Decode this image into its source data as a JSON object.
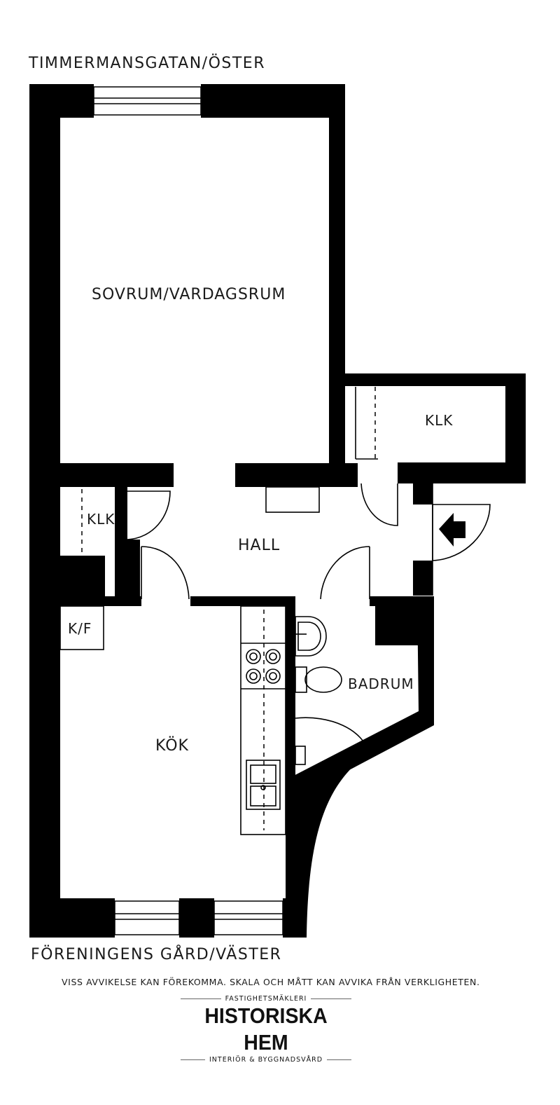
{
  "orientation": {
    "top": "TIMMERMANSGATAN/ÖSTER",
    "bottom": "FÖRENINGENS GÅRD/VÄSTER"
  },
  "rooms": {
    "main": "SOVRUM/VARDAGSRUM",
    "closet_right": "KLK",
    "closet_left": "KLK",
    "hall": "HALL",
    "fridge": "K/F",
    "kitchen": "KÖK",
    "bathroom": "BADRUM"
  },
  "disclaimer": "VISS AVVIKELSE KAN FÖREKOMMA. SKALA OCH MÅTT KAN AVVIKA FRÅN VERKLIGHETEN.",
  "logo": {
    "tagline_top": "FASTIGHETSMÄKLERI",
    "brand": "HISTORISKA HEM",
    "tagline_bottom": "INTERIÖR & BYGGNADSVÅRD"
  },
  "icons": {
    "entrance": "arrow-left-icon"
  },
  "colors": {
    "wall": "#000000",
    "background": "#ffffff"
  }
}
